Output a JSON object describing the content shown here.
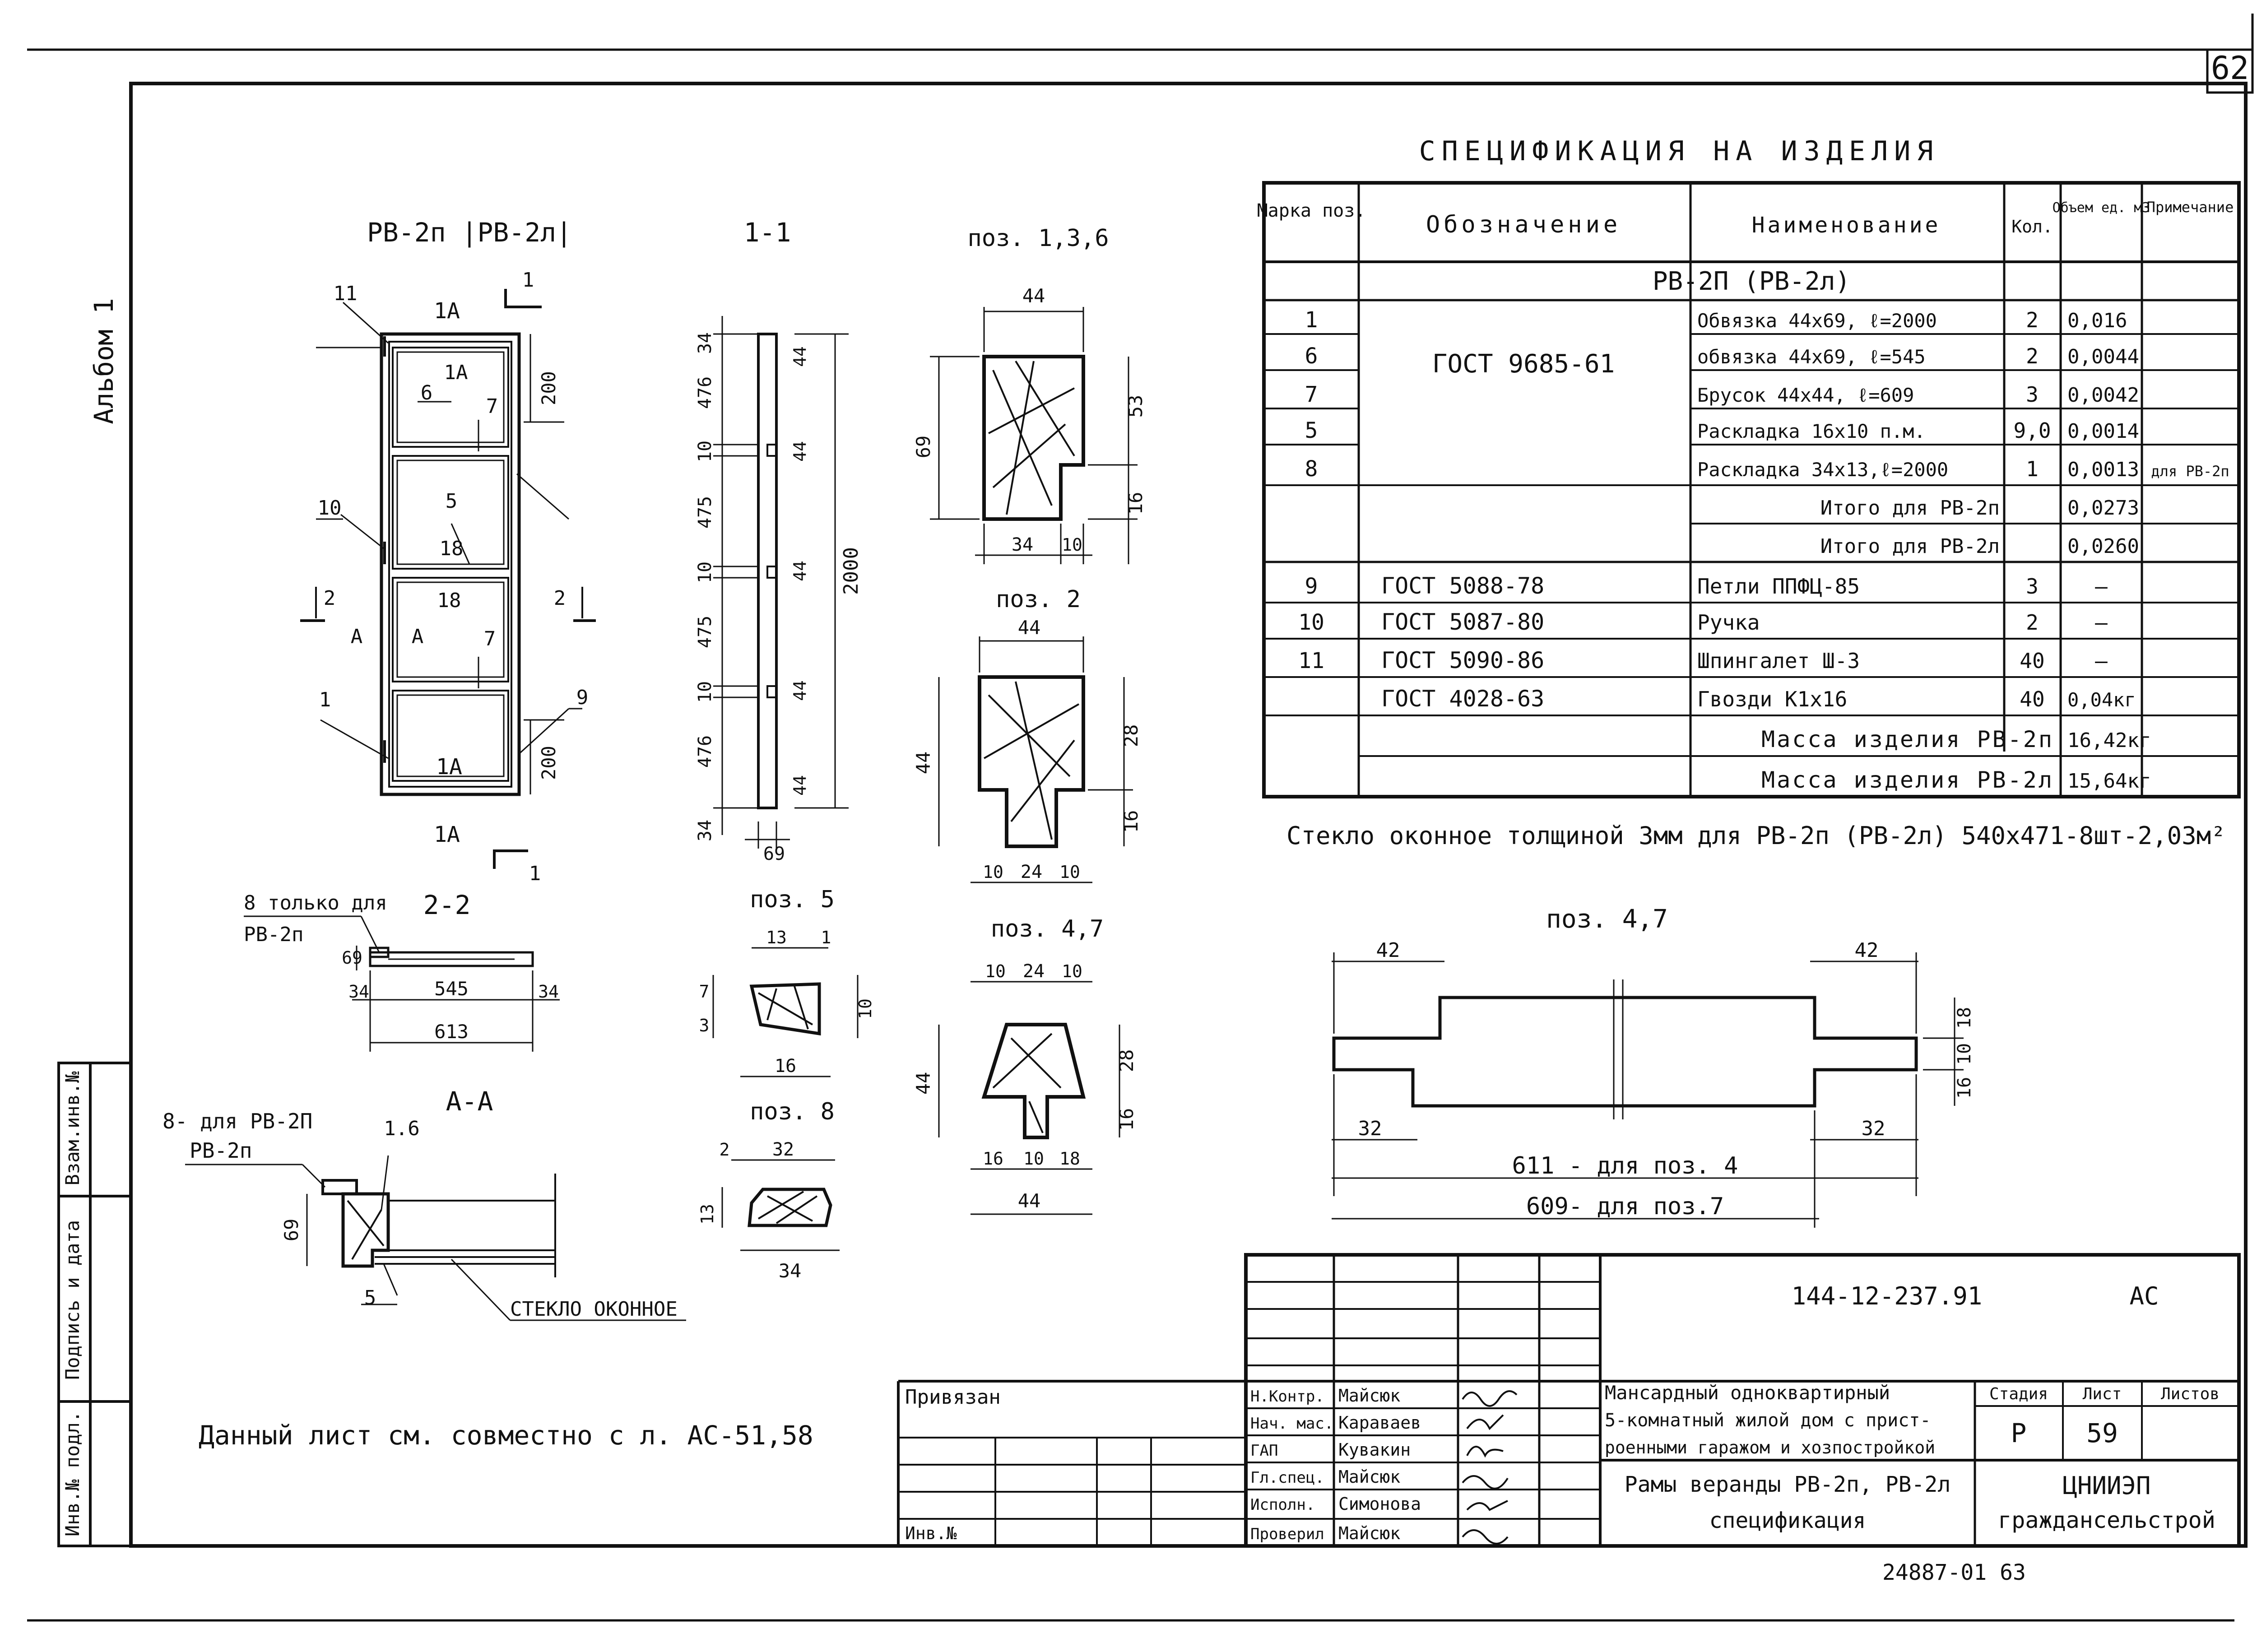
{
  "sheet_number": "62",
  "album": "Альбом 1",
  "spec": {
    "title": "СПЕЦИФИКАЦИЯ НА ИЗДЕЛИЯ",
    "headers": [
      "Марка поз.",
      "Обозначение",
      "Наименование",
      "Кол.",
      "Объем ед. м3",
      "Примечание"
    ],
    "group": "РВ-2П (РВ-2л)",
    "gost_main": "ГОСТ 9685-61",
    "rows": [
      {
        "mark": "1",
        "name": "Обвязка 44х69, ℓ=2000",
        "qty": "2",
        "vol": "0,016",
        "note": ""
      },
      {
        "mark": "6",
        "name": "обвязка 44х69, ℓ=545",
        "qty": "2",
        "vol": "0,0044",
        "note": ""
      },
      {
        "mark": "7",
        "name": "Брусок 44х44, ℓ=609",
        "qty": "3",
        "vol": "0,0042",
        "note": ""
      },
      {
        "mark": "5",
        "name": "Раскладка 16х10 п.м.",
        "qty": "9,0",
        "vol": "0,0014",
        "note": ""
      },
      {
        "mark": "8",
        "name": "Раскладка 34х13,ℓ=2000",
        "qty": "1",
        "vol": "0,0013",
        "note": "для РВ-2п"
      }
    ],
    "total1": {
      "label": "Итого для РВ-2п",
      "vol": "0,0273"
    },
    "total2": {
      "label": "Итого для РВ-2л",
      "vol": "0,0260"
    },
    "rows2": [
      {
        "mark": "9",
        "des": "ГОСТ 5088-78",
        "name": "Петли ППФЦ-85",
        "qty": "3",
        "vol": "—"
      },
      {
        "mark": "10",
        "des": "ГОСТ 5087-80",
        "name": "Ручка",
        "qty": "2",
        "vol": "—"
      },
      {
        "mark": "11",
        "des": "ГОСТ 5090-86",
        "name": "Шпингалет Ш-3",
        "qty": "40",
        "vol": "—"
      },
      {
        "mark": "",
        "des": "ГОСТ 4028-63",
        "name": "Гвозди К1х16",
        "qty": "40",
        "vol": "0,04кг"
      }
    ],
    "mass1": {
      "label": "Масса изделия РВ-2п",
      "value": "16,42кг"
    },
    "mass2": {
      "label": "Масса изделия РВ-2л",
      "value": "15,64кг"
    }
  },
  "glass_note": "Стекло оконное толщиной 3мм для РВ-2п (РВ-2л) 540х471-8шт-2,03м²",
  "views": {
    "main": "РВ-2п |РВ-2л|",
    "section_11": "1-1",
    "section_22": "2-2",
    "section_aa": "А-А",
    "pos136": "поз. 1,3,6",
    "pos2": "поз. 2",
    "pos5": "поз. 5",
    "pos47": "поз. 4,7",
    "pos8": "поз. 8",
    "pos47_big": "поз. 4,7"
  },
  "labels": {
    "only_for": "8 только для",
    "rv2p": "РВ-2п",
    "for_rv2p": "8- для РВ-2П",
    "glass": "СТЕКЛО ОКОННОЕ",
    "len611": "611 - для поз. 4",
    "len609": "609- для поз.7",
    "note": "Данный лист см. совместно с л. АС-51,58"
  },
  "dims": {
    "main": [
      "200",
      "200"
    ],
    "s11": [
      "34",
      "476",
      "10",
      "475",
      "10",
      "475",
      "10",
      "476",
      "34",
      "2000",
      "44",
      "44",
      "44",
      "44",
      "44",
      "69"
    ],
    "s22": [
      "69",
      "34",
      "545",
      "34",
      "613"
    ],
    "aa": [
      "69",
      "1.6"
    ],
    "p136": [
      "44",
      "69",
      "53",
      "16",
      "34",
      "10"
    ],
    "p2": [
      "44",
      "44",
      "28",
      "16",
      "10",
      "24",
      "10"
    ],
    "p5": [
      "13",
      "1",
      "7",
      "3",
      "10",
      "16"
    ],
    "p47": [
      "10",
      "24",
      "10",
      "44",
      "28",
      "16",
      "16",
      "10",
      "18",
      "44"
    ],
    "p8": [
      "2",
      "32",
      "13",
      "34"
    ],
    "big47": [
      "42",
      "42",
      "18",
      "10",
      "16",
      "32",
      "32"
    ]
  },
  "callouts": [
    "11",
    "1",
    "1А",
    "1А",
    "6",
    "7",
    "5",
    "18",
    "10",
    "2",
    "А",
    "А",
    "18",
    "7",
    "2",
    "1",
    "9",
    "1А",
    "1А",
    "1"
  ],
  "title_block": {
    "code": "144-12-237.91",
    "section": "АС",
    "bound": "Привязан",
    "inv": "Инв.№",
    "roles": [
      {
        "role": "Н.Контр.",
        "name": "Майсюк"
      },
      {
        "role": "Нач. мас.",
        "name": "Караваев"
      },
      {
        "role": "ГАП",
        "name": "Кувакин"
      },
      {
        "role": "Гл.спец.",
        "name": "Майсюк"
      },
      {
        "role": "Исполн.",
        "name": "Симонова"
      },
      {
        "role": "Проверил",
        "name": "Майсюк"
      }
    ],
    "project": [
      "Мансардный одноквартирный",
      "5-комнатный жилой дом с прист-",
      "роенными гаражом и хозпостройкой"
    ],
    "sheet_title": [
      "Рамы веранды РВ-2п, РВ-2л",
      "спецификация"
    ],
    "stage_label": "Стадия",
    "sheet_label": "Лист",
    "sheets_label": "Листов",
    "stage": "Р",
    "sheet": "59",
    "org": [
      "ЦНИИЭП",
      "граждансельстрой"
    ]
  },
  "side_stamp": [
    "Инв.№ подл.",
    "Подпись и дата",
    "Взам.инв.№"
  ],
  "footer": "24887-01 63"
}
